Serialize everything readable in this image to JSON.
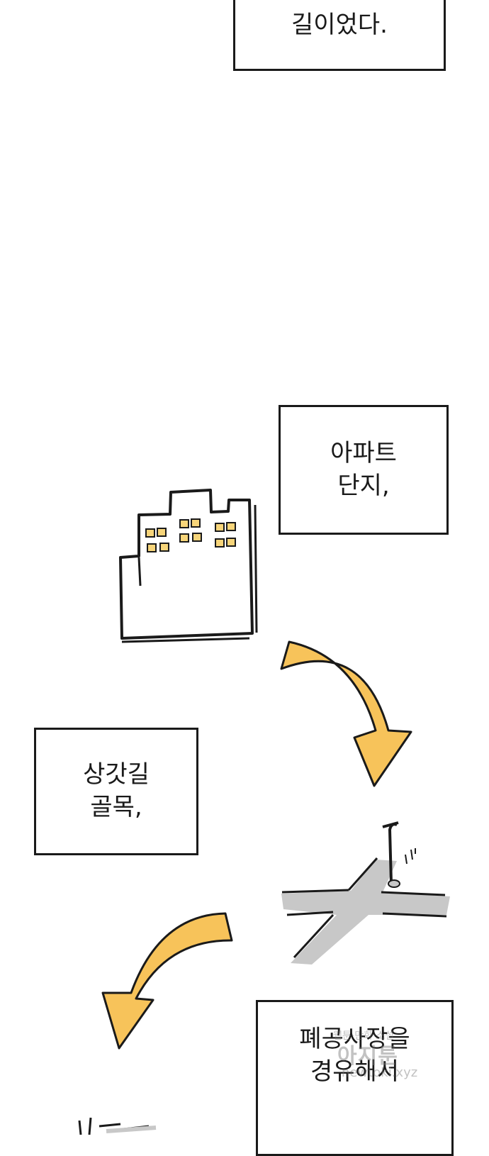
{
  "captions": {
    "top": {
      "line1": "길이었다."
    },
    "apartment": {
      "line1": "아파트",
      "line2": "단지,"
    },
    "alley": {
      "line1": "상갓길",
      "line2": "골목,"
    },
    "factory": {
      "line1": "폐공사장을",
      "line2": "경유해서"
    }
  },
  "icons": {
    "building": "apartment-building-icon",
    "crossroad": "crossroad-streetlight-icon",
    "arrow": "curved-arrow-icon"
  },
  "colors": {
    "arrow_fill": "#f7c35a",
    "window_fill": "#f7d57a",
    "road_fill": "#c8c8c8",
    "ink": "#1a1a1a"
  },
  "watermark": {
    "line1": "웹툰·만화·소설",
    "big": "아지툰",
    "url": "newtoki.xyz"
  }
}
